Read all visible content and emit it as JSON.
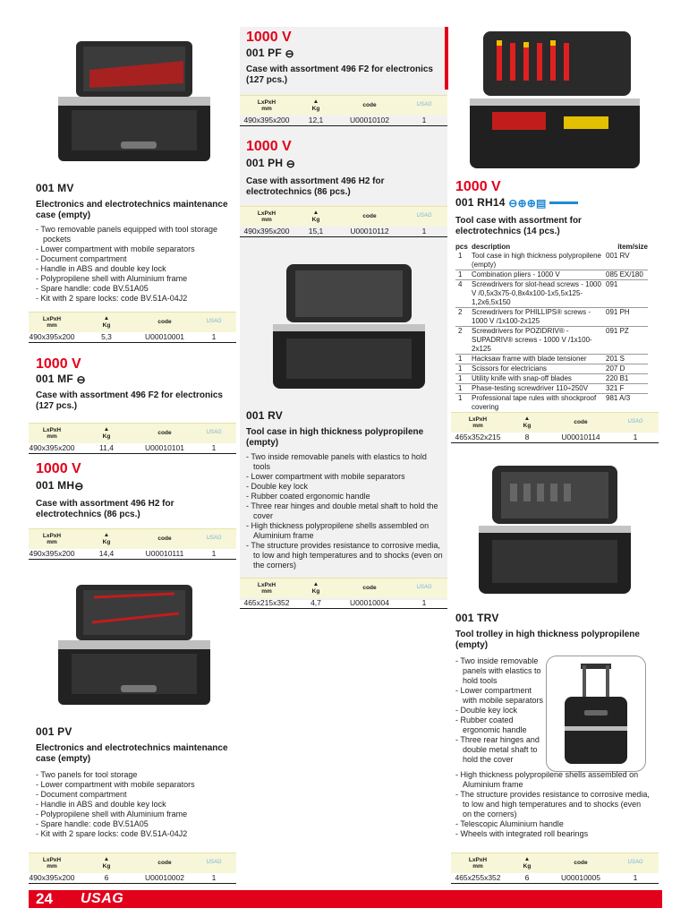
{
  "page_number": "24",
  "brand": "USAG",
  "spec_headers": {
    "dims": "LxPxH",
    "dims_unit": "mm",
    "kg": "Kg",
    "code": "code",
    "logo": "USAG"
  },
  "products": {
    "mv": {
      "code": "001 MV",
      "title": "Electronics and electrotechnics maintenance case (empty)",
      "features": [
        "- Two removable panels equipped with tool storage pockets",
        "- Lower compartment with mobile separators",
        "- Document compartment",
        "- Handle in ABS and double key lock",
        "- Polypropilene shell with Aluminium frame",
        "- Spare handle: code BV.51A05",
        "- Kit with 2 spare locks: code BV.51A-04J2"
      ],
      "spec": {
        "dims": "490x395x200",
        "kg": "5,3",
        "code": "U00010001",
        "qty": "1"
      }
    },
    "pf": {
      "voltage": "1000 V",
      "code": "001 PF",
      "title": "Case with assortment 496 F2 for electronics (127 pcs.)",
      "spec": {
        "dims": "490x395x200",
        "kg": "12,1",
        "code": "U00010102",
        "qty": "1"
      }
    },
    "ph": {
      "voltage": "1000 V",
      "code": "001 PH",
      "title": "Case with assortment 496 H2 for electrotechnics (86 pcs.)",
      "spec": {
        "dims": "490x395x200",
        "kg": "15,1",
        "code": "U00010112",
        "qty": "1"
      }
    },
    "mf": {
      "voltage": "1000 V",
      "code": "001 MF",
      "title": "Case with assortment 496 F2 for electronics (127 pcs.)",
      "spec": {
        "dims": "490x395x200",
        "kg": "11,4",
        "code": "U00010101",
        "qty": "1"
      }
    },
    "mh": {
      "voltage": "1000 V",
      "code": "001 MH",
      "title": "Case with assortment 496 H2 for electrotechnics (86 pcs.)",
      "spec": {
        "dims": "490x395x200",
        "kg": "14,4",
        "code": "U00010111",
        "qty": "1"
      }
    },
    "rv": {
      "code": "001 RV",
      "title": "Tool case in high thickness polypropilene (empty)",
      "features": [
        "- Two inside removable panels with elastics to hold tools",
        "- Lower compartment with mobile separators",
        "- Double key lock",
        "- Rubber coated ergonomic handle",
        "- Three rear hinges and double metal shaft to hold the cover",
        "- High thickness polypropilene shells  assembled on Aluminium frame",
        "- The structure provides resistance to corrosive media, to low and high temperatures and to shocks (even on the corners)"
      ],
      "spec": {
        "dims": "465x215x352",
        "kg": "4,7",
        "code": "U00010004",
        "qty": "1"
      }
    },
    "rh14": {
      "voltage": "1000 V",
      "code": "001 RH14",
      "title": "Tool case with assortment for electrotechnics (14 pcs.)",
      "table_headers": {
        "pcs": "pcs",
        "description": "description",
        "item": "item/size"
      },
      "items": [
        {
          "pcs": "1",
          "desc": "Tool case in high thickness polypropilene (empty)",
          "item": "001 RV"
        },
        {
          "pcs": "1",
          "desc": "Combination pliers - 1000 V",
          "item": "085 EX/180"
        },
        {
          "pcs": "4",
          "desc": "Screwdrivers for slot-head screws - 1000 V /0,5x3x75-0,8x4x100-1x5,5x125-1,2x6,5x150",
          "item": "091"
        },
        {
          "pcs": "2",
          "desc": "Screwdrivers for PHILLIPS® screws - 1000 V /1x100-2x125",
          "item": "091 PH"
        },
        {
          "pcs": "2",
          "desc": "Screwdrivers for POZIDRIV® - SUPADRIV® screws - 1000 V /1x100-2x125",
          "item": "091 PZ"
        },
        {
          "pcs": "1",
          "desc": "Hacksaw frame with blade tensioner",
          "item": "201 S"
        },
        {
          "pcs": "1",
          "desc": "Scissors for electricians",
          "item": "207 D"
        },
        {
          "pcs": "1",
          "desc": "Utility knife with snap-off blades",
          "item": "220 B1"
        },
        {
          "pcs": "1",
          "desc": "Phase-testing screwdriver 110÷250V",
          "item": "321 F"
        },
        {
          "pcs": "1",
          "desc": "Professional tape rules with shockproof covering",
          "item": "981 A/3"
        }
      ],
      "spec": {
        "dims": "465x352x215",
        "kg": "8",
        "code": "U00010114",
        "qty": "1"
      }
    },
    "pv": {
      "code": "001 PV",
      "title": "Electronics and electrotechnics maintenance case (empty)",
      "features": [
        "- Two panels for tool storage",
        "- Lower compartment with mobile separators",
        "- Document compartment",
        "- Handle in ABS and double key lock",
        "- Polypropilene shell with Aluminium frame",
        "- Spare handle: code BV.51A05",
        "- Kit with 2 spare locks: code BV.51A-04J2"
      ],
      "spec": {
        "dims": "490x395x200",
        "kg": "6",
        "code": "U00010002",
        "qty": "1"
      }
    },
    "trv": {
      "code": "001 TRV",
      "title": "Tool trolley in high thickness polypropilene (empty)",
      "features": [
        "- Two inside removable panels with elastics to hold tools",
        "- Lower compartment with mobile separators",
        "- Double key lock",
        "- Rubber coated ergonomic handle",
        "- Three rear hinges and double metal shaft to hold the cover",
        "- High thickness polypropilene shells  assembled on Aluminium frame",
        "- The structure provides resistance to corrosive media, to low and high temperatures and to shocks (even on the corners)",
        "- Telescopic Aluminium handle",
        "- Wheels with integrated roll bearings"
      ],
      "spec": {
        "dims": "465x255x352",
        "kg": "6",
        "code": "U00010005",
        "qty": "1"
      }
    }
  }
}
